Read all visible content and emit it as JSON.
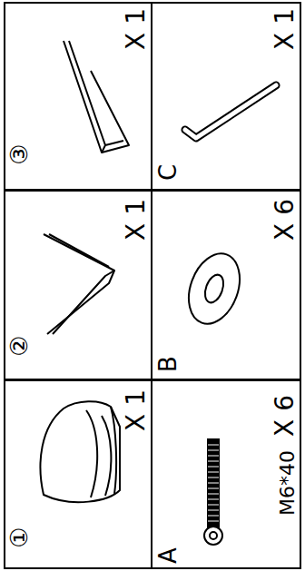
{
  "diagram": {
    "nodes": [
      {
        "text": [
          "①",
          "X 1"
        ]
      },
      {
        "text": [
          "②",
          "X 1"
        ]
      },
      {
        "text": [
          "③",
          "X 1"
        ]
      },
      {
        "text": [
          "A",
          "M6*40",
          "X 6"
        ]
      },
      {
        "text": [
          "B",
          "X 6"
        ]
      },
      {
        "text": [
          "C",
          "X 1"
        ]
      }
    ]
  }
}
